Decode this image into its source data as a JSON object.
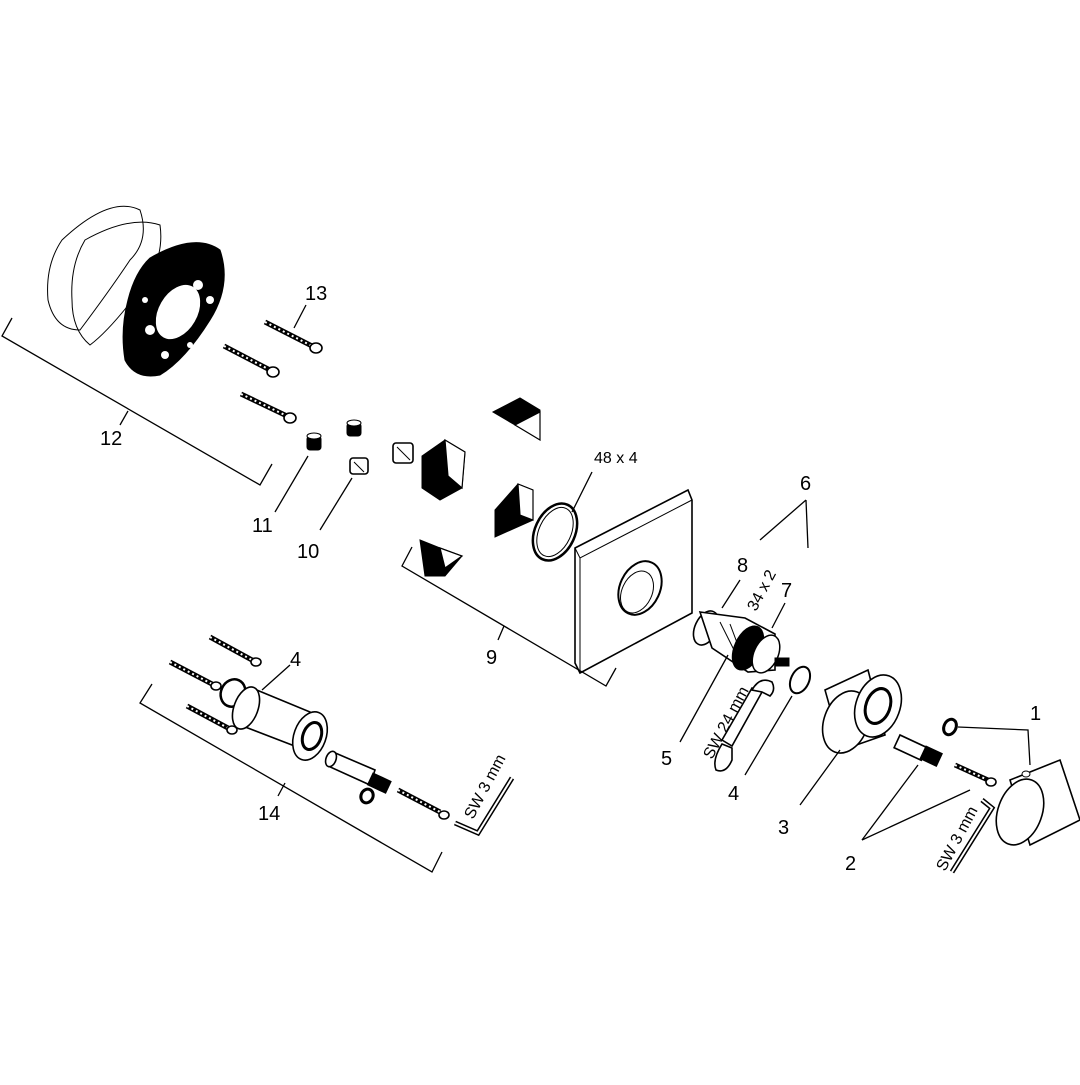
{
  "labels": {
    "p1": "1",
    "p2": "2",
    "p3": "3",
    "p4a": "4",
    "p4b": "4",
    "p5": "5",
    "p6": "6",
    "p7": "7",
    "p8": "8",
    "p9": "9",
    "p10": "10",
    "p11": "11",
    "p12": "12",
    "p13": "13",
    "p14": "14"
  },
  "annotations": {
    "oring_large": "48 x 4",
    "oring_small": "34 x 2",
    "wrench": "SW 24 mm",
    "hexkey_left": "SW 3 mm",
    "hexkey_right": "SW 3 mm"
  }
}
